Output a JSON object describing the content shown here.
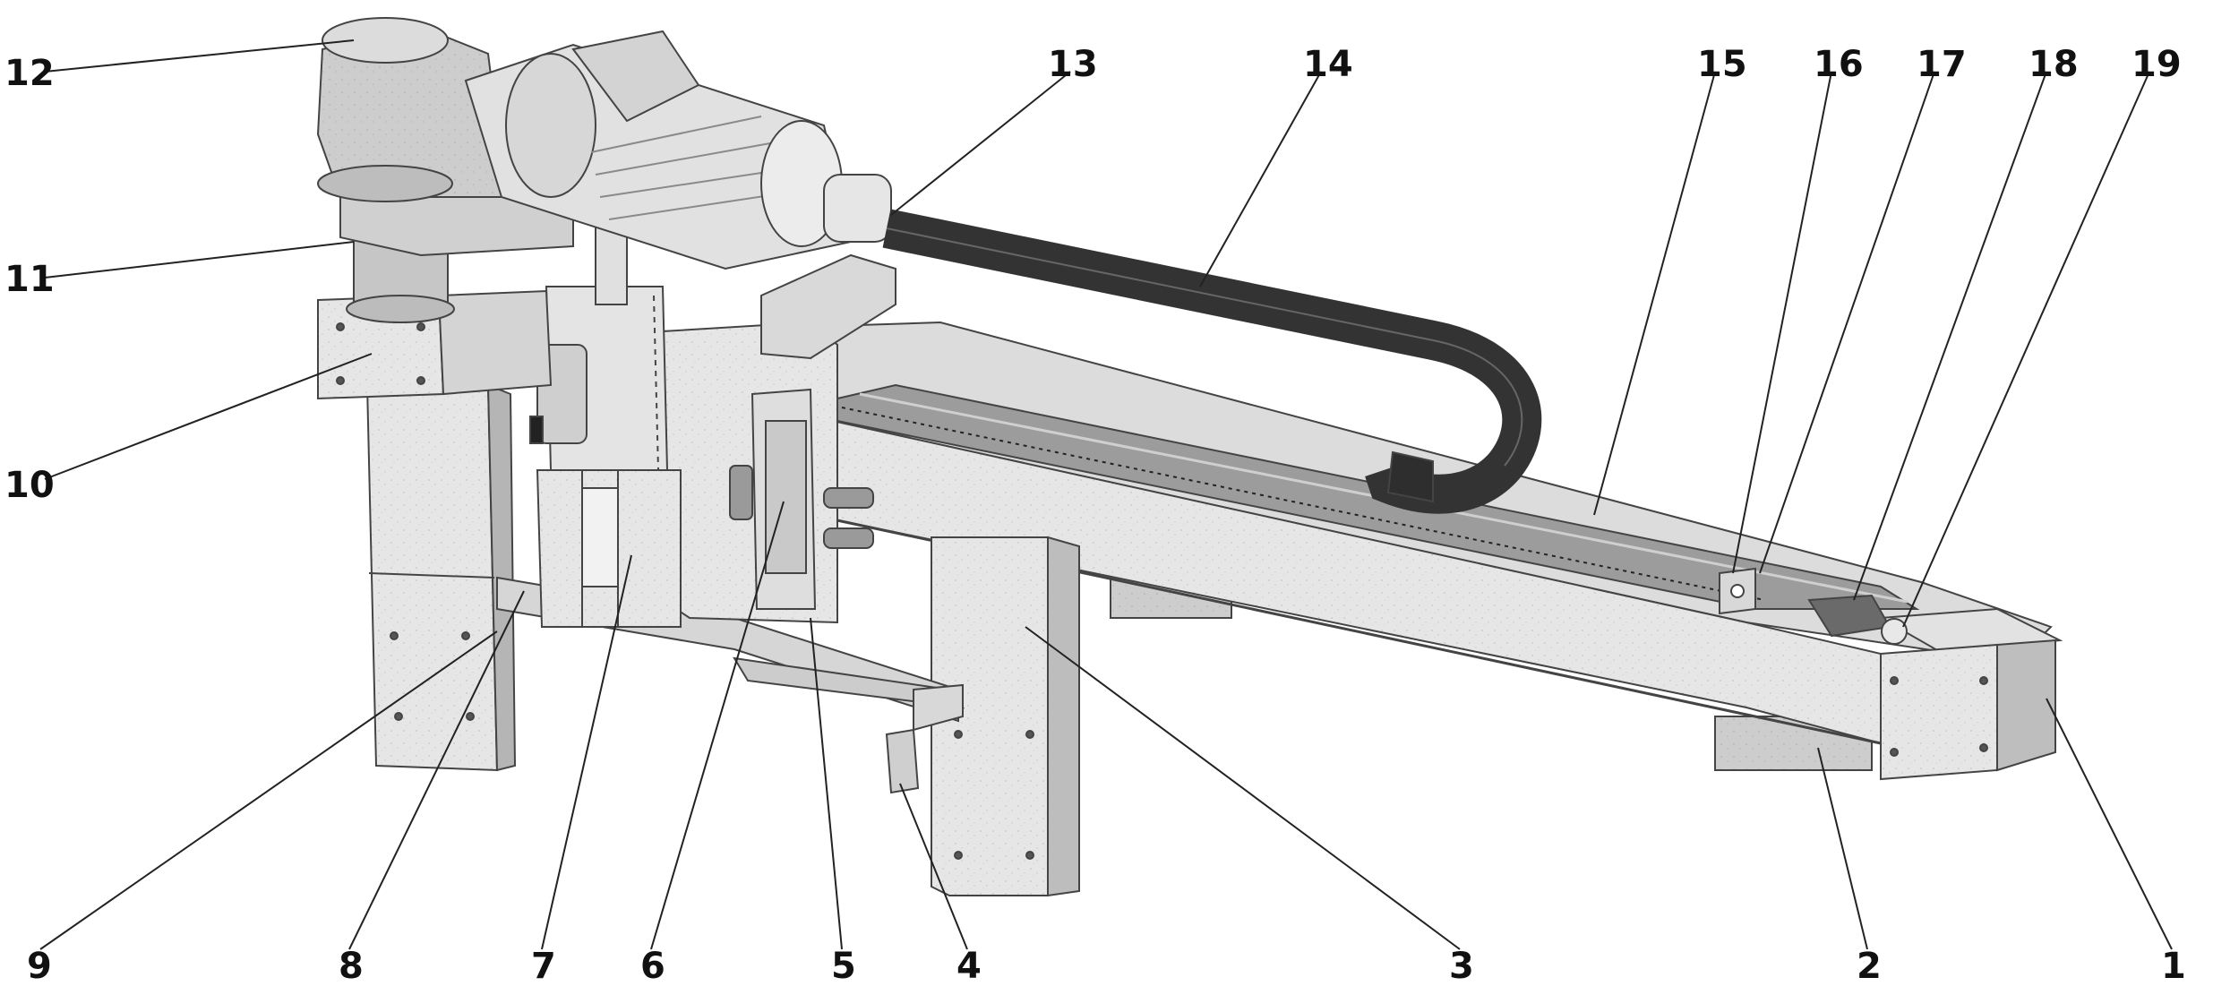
{
  "callouts": [
    {
      "id": "1",
      "label": "1"
    },
    {
      "id": "2",
      "label": "2"
    },
    {
      "id": "3",
      "label": "3"
    },
    {
      "id": "4",
      "label": "4"
    },
    {
      "id": "5",
      "label": "5"
    },
    {
      "id": "6",
      "label": "6"
    },
    {
      "id": "7",
      "label": "7"
    },
    {
      "id": "8",
      "label": "8"
    },
    {
      "id": "9",
      "label": "9"
    },
    {
      "id": "10",
      "label": "10"
    },
    {
      "id": "11",
      "label": "11"
    },
    {
      "id": "12",
      "label": "12"
    },
    {
      "id": "13",
      "label": "13"
    },
    {
      "id": "14",
      "label": "14"
    },
    {
      "id": "15",
      "label": "15"
    },
    {
      "id": "16",
      "label": "16"
    },
    {
      "id": "17",
      "label": "17"
    },
    {
      "id": "18",
      "label": "18"
    },
    {
      "id": "19",
      "label": "19"
    }
  ],
  "colors": {
    "steel_light": "#e9e9e9",
    "steel_mid": "#d2d2d2",
    "steel_dark": "#a9a9a9",
    "chain": "#3a3a3a",
    "outline": "#444444",
    "leader": "#222222"
  }
}
